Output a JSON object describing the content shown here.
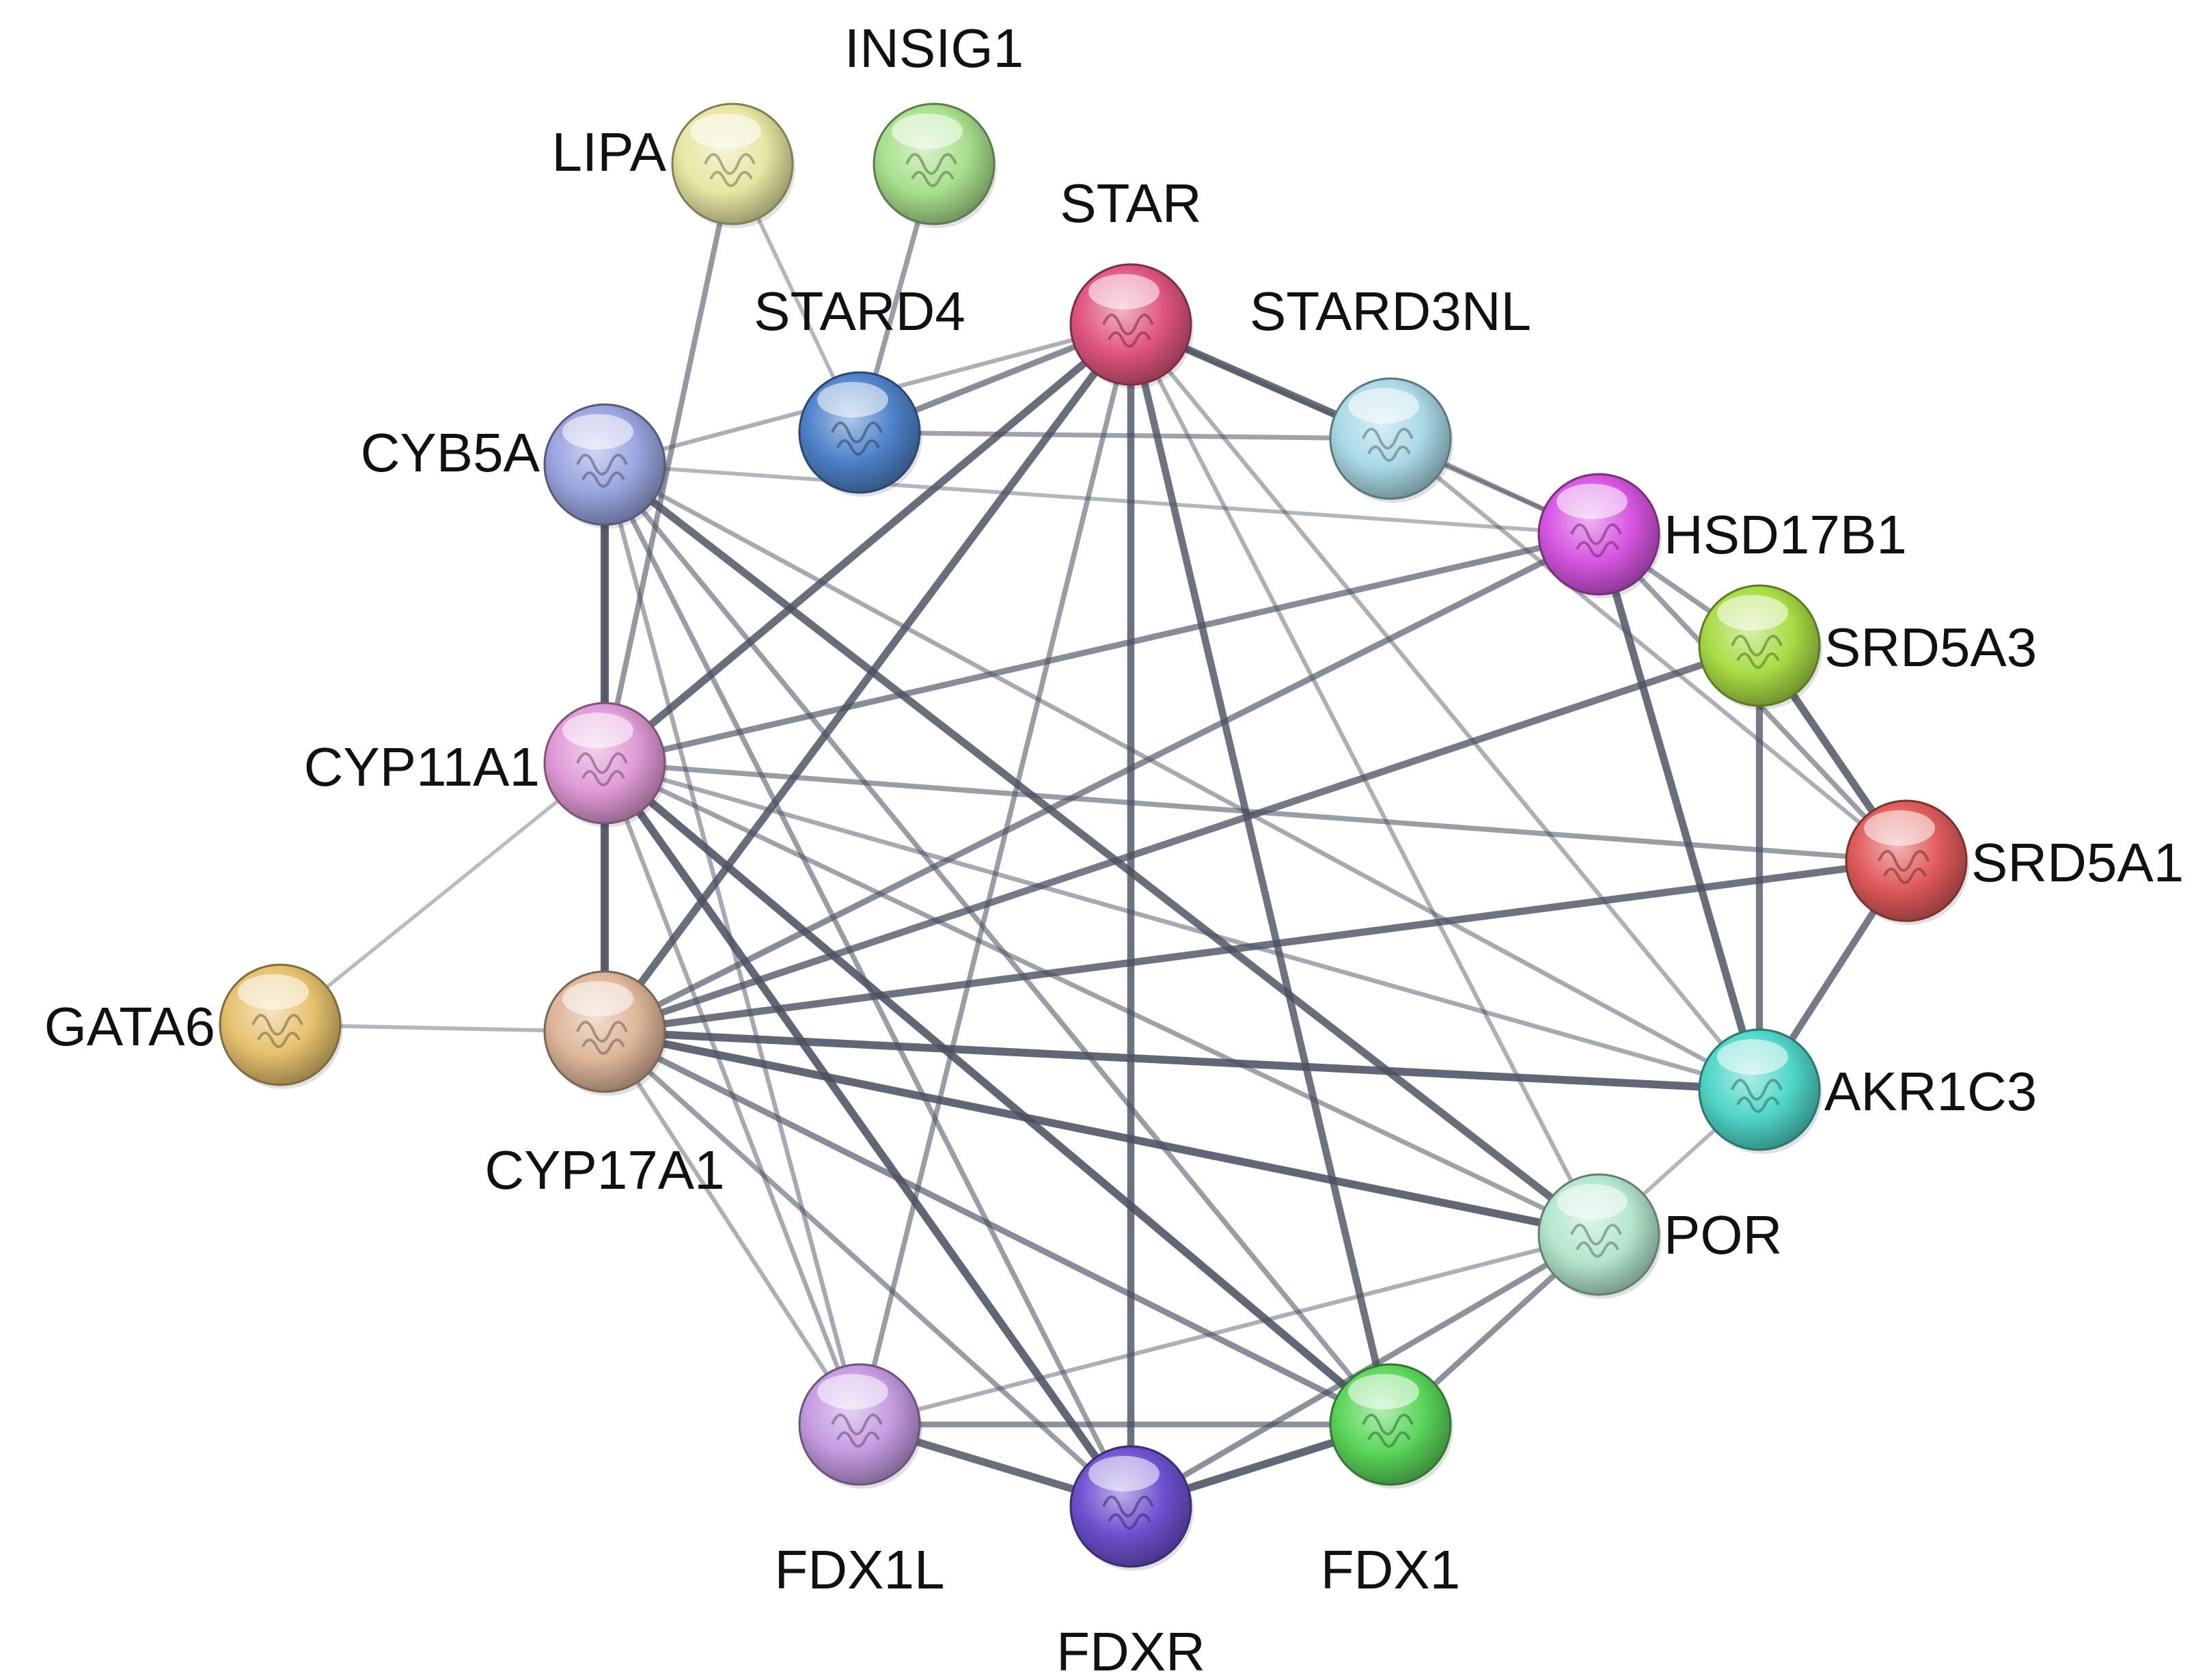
{
  "nodes": [
    {
      "id": "LIPA",
      "label": "LIPA",
      "color": "#e8e6a3"
    },
    {
      "id": "INSIG1",
      "label": "INSIG1",
      "color": "#a9e08c"
    },
    {
      "id": "STAR",
      "label": "STAR",
      "color": "#e0557f"
    },
    {
      "id": "STARD4",
      "label": "STARD4",
      "color": "#4e82c9"
    },
    {
      "id": "STARD3NL",
      "label": "STARD3NL",
      "color": "#a9d9e6"
    },
    {
      "id": "CYB5A",
      "label": "CYB5A",
      "color": "#9aa4df"
    },
    {
      "id": "HSD17B1",
      "label": "HSD17B1",
      "color": "#d655e0"
    },
    {
      "id": "SRD5A3",
      "label": "SRD5A3",
      "color": "#a8dc45"
    },
    {
      "id": "CYP11A1",
      "label": "CYP11A1",
      "color": "#e09ad6"
    },
    {
      "id": "SRD5A1",
      "label": "SRD5A1",
      "color": "#e05a5a"
    },
    {
      "id": "GATA6",
      "label": "GATA6",
      "color": "#e6c26e"
    },
    {
      "id": "CYP17A1",
      "label": "CYP17A1",
      "color": "#deb69a"
    },
    {
      "id": "AKR1C3",
      "label": "AKR1C3",
      "color": "#4fd6c8"
    },
    {
      "id": "POR",
      "label": "POR",
      "color": "#b4e6cc"
    },
    {
      "id": "FDX1L",
      "label": "FDX1L",
      "color": "#c49ae0"
    },
    {
      "id": "FDX1",
      "label": "FDX1",
      "color": "#5ad65a"
    },
    {
      "id": "FDXR",
      "label": "FDXR",
      "color": "#6e50d0"
    }
  ],
  "edges": [
    {
      "source": "LIPA",
      "target": "CYP11A1",
      "strength": 0.55
    },
    {
      "source": "LIPA",
      "target": "STARD4",
      "strength": 0.3
    },
    {
      "source": "INSIG1",
      "target": "STARD4",
      "strength": 0.5
    },
    {
      "source": "STAR",
      "target": "STARD4",
      "strength": 0.65
    },
    {
      "source": "STAR",
      "target": "STARD3NL",
      "strength": 0.9
    },
    {
      "source": "STAR",
      "target": "CYB5A",
      "strength": 0.35
    },
    {
      "source": "STAR",
      "target": "CYP11A1",
      "strength": 0.9
    },
    {
      "source": "STAR",
      "target": "CYP17A1",
      "strength": 0.9
    },
    {
      "source": "STAR",
      "target": "HSD17B1",
      "strength": 0.4
    },
    {
      "source": "STAR",
      "target": "FDXR",
      "strength": 0.85
    },
    {
      "source": "STAR",
      "target": "FDX1",
      "strength": 0.85
    },
    {
      "source": "STAR",
      "target": "FDX1L",
      "strength": 0.5
    },
    {
      "source": "STAR",
      "target": "POR",
      "strength": 0.35
    },
    {
      "source": "STAR",
      "target": "AKR1C3",
      "strength": 0.35
    },
    {
      "source": "STARD4",
      "target": "STARD3NL",
      "strength": 0.45
    },
    {
      "source": "STARD3NL",
      "target": "HSD17B1",
      "strength": 0.45
    },
    {
      "source": "STARD3NL",
      "target": "SRD5A1",
      "strength": 0.35
    },
    {
      "source": "CYB5A",
      "target": "CYP11A1",
      "strength": 1.0
    },
    {
      "source": "CYB5A",
      "target": "HSD17B1",
      "strength": 0.3
    },
    {
      "source": "CYB5A",
      "target": "AKR1C3",
      "strength": 0.4
    },
    {
      "source": "CYB5A",
      "target": "POR",
      "strength": 0.9
    },
    {
      "source": "CYB5A",
      "target": "FDX1",
      "strength": 0.5
    },
    {
      "source": "CYB5A",
      "target": "FDXR",
      "strength": 0.5
    },
    {
      "source": "CYB5A",
      "target": "FDX1L",
      "strength": 0.4
    },
    {
      "source": "CYB5A",
      "target": "CYP17A1",
      "strength": 0.3
    },
    {
      "source": "HSD17B1",
      "target": "CYP11A1",
      "strength": 0.65
    },
    {
      "source": "HSD17B1",
      "target": "CYP17A1",
      "strength": 0.65
    },
    {
      "source": "HSD17B1",
      "target": "AKR1C3",
      "strength": 0.9
    },
    {
      "source": "HSD17B1",
      "target": "SRD5A3",
      "strength": 0.5
    },
    {
      "source": "HSD17B1",
      "target": "SRD5A1",
      "strength": 0.5
    },
    {
      "source": "SRD5A3",
      "target": "SRD5A1",
      "strength": 0.9
    },
    {
      "source": "SRD5A3",
      "target": "AKR1C3",
      "strength": 0.8
    },
    {
      "source": "SRD5A3",
      "target": "CYP17A1",
      "strength": 0.8
    },
    {
      "source": "CYP11A1",
      "target": "SRD5A1",
      "strength": 0.5
    },
    {
      "source": "CYP11A1",
      "target": "CYP17A1",
      "strength": 1.0
    },
    {
      "source": "CYP11A1",
      "target": "FDXR",
      "strength": 0.95
    },
    {
      "source": "CYP11A1",
      "target": "FDX1",
      "strength": 0.95
    },
    {
      "source": "CYP11A1",
      "target": "FDX1L",
      "strength": 0.4
    },
    {
      "source": "CYP11A1",
      "target": "POR",
      "strength": 0.45
    },
    {
      "source": "CYP11A1",
      "target": "AKR1C3",
      "strength": 0.4
    },
    {
      "source": "CYP11A1",
      "target": "GATA6",
      "strength": 0.25
    },
    {
      "source": "GATA6",
      "target": "CYP17A1",
      "strength": 0.3
    },
    {
      "source": "CYP17A1",
      "target": "SRD5A1",
      "strength": 0.85
    },
    {
      "source": "CYP17A1",
      "target": "AKR1C3",
      "strength": 0.95
    },
    {
      "source": "CYP17A1",
      "target": "POR",
      "strength": 0.95
    },
    {
      "source": "CYP17A1",
      "target": "FDX1",
      "strength": 0.65
    },
    {
      "source": "CYP17A1",
      "target": "FDXR",
      "strength": 0.5
    },
    {
      "source": "CYP17A1",
      "target": "FDX1L",
      "strength": 0.35
    },
    {
      "source": "SRD5A1",
      "target": "AKR1C3",
      "strength": 0.8
    },
    {
      "source": "AKR1C3",
      "target": "POR",
      "strength": 0.3
    },
    {
      "source": "POR",
      "target": "FDX1",
      "strength": 0.6
    },
    {
      "source": "POR",
      "target": "FDXR",
      "strength": 0.6
    },
    {
      "source": "POR",
      "target": "FDX1L",
      "strength": 0.35
    },
    {
      "source": "FDX1L",
      "target": "FDXR",
      "strength": 0.9
    },
    {
      "source": "FDX1L",
      "target": "FDX1",
      "strength": 0.6
    },
    {
      "source": "FDXR",
      "target": "FDX1",
      "strength": 0.95
    }
  ]
}
